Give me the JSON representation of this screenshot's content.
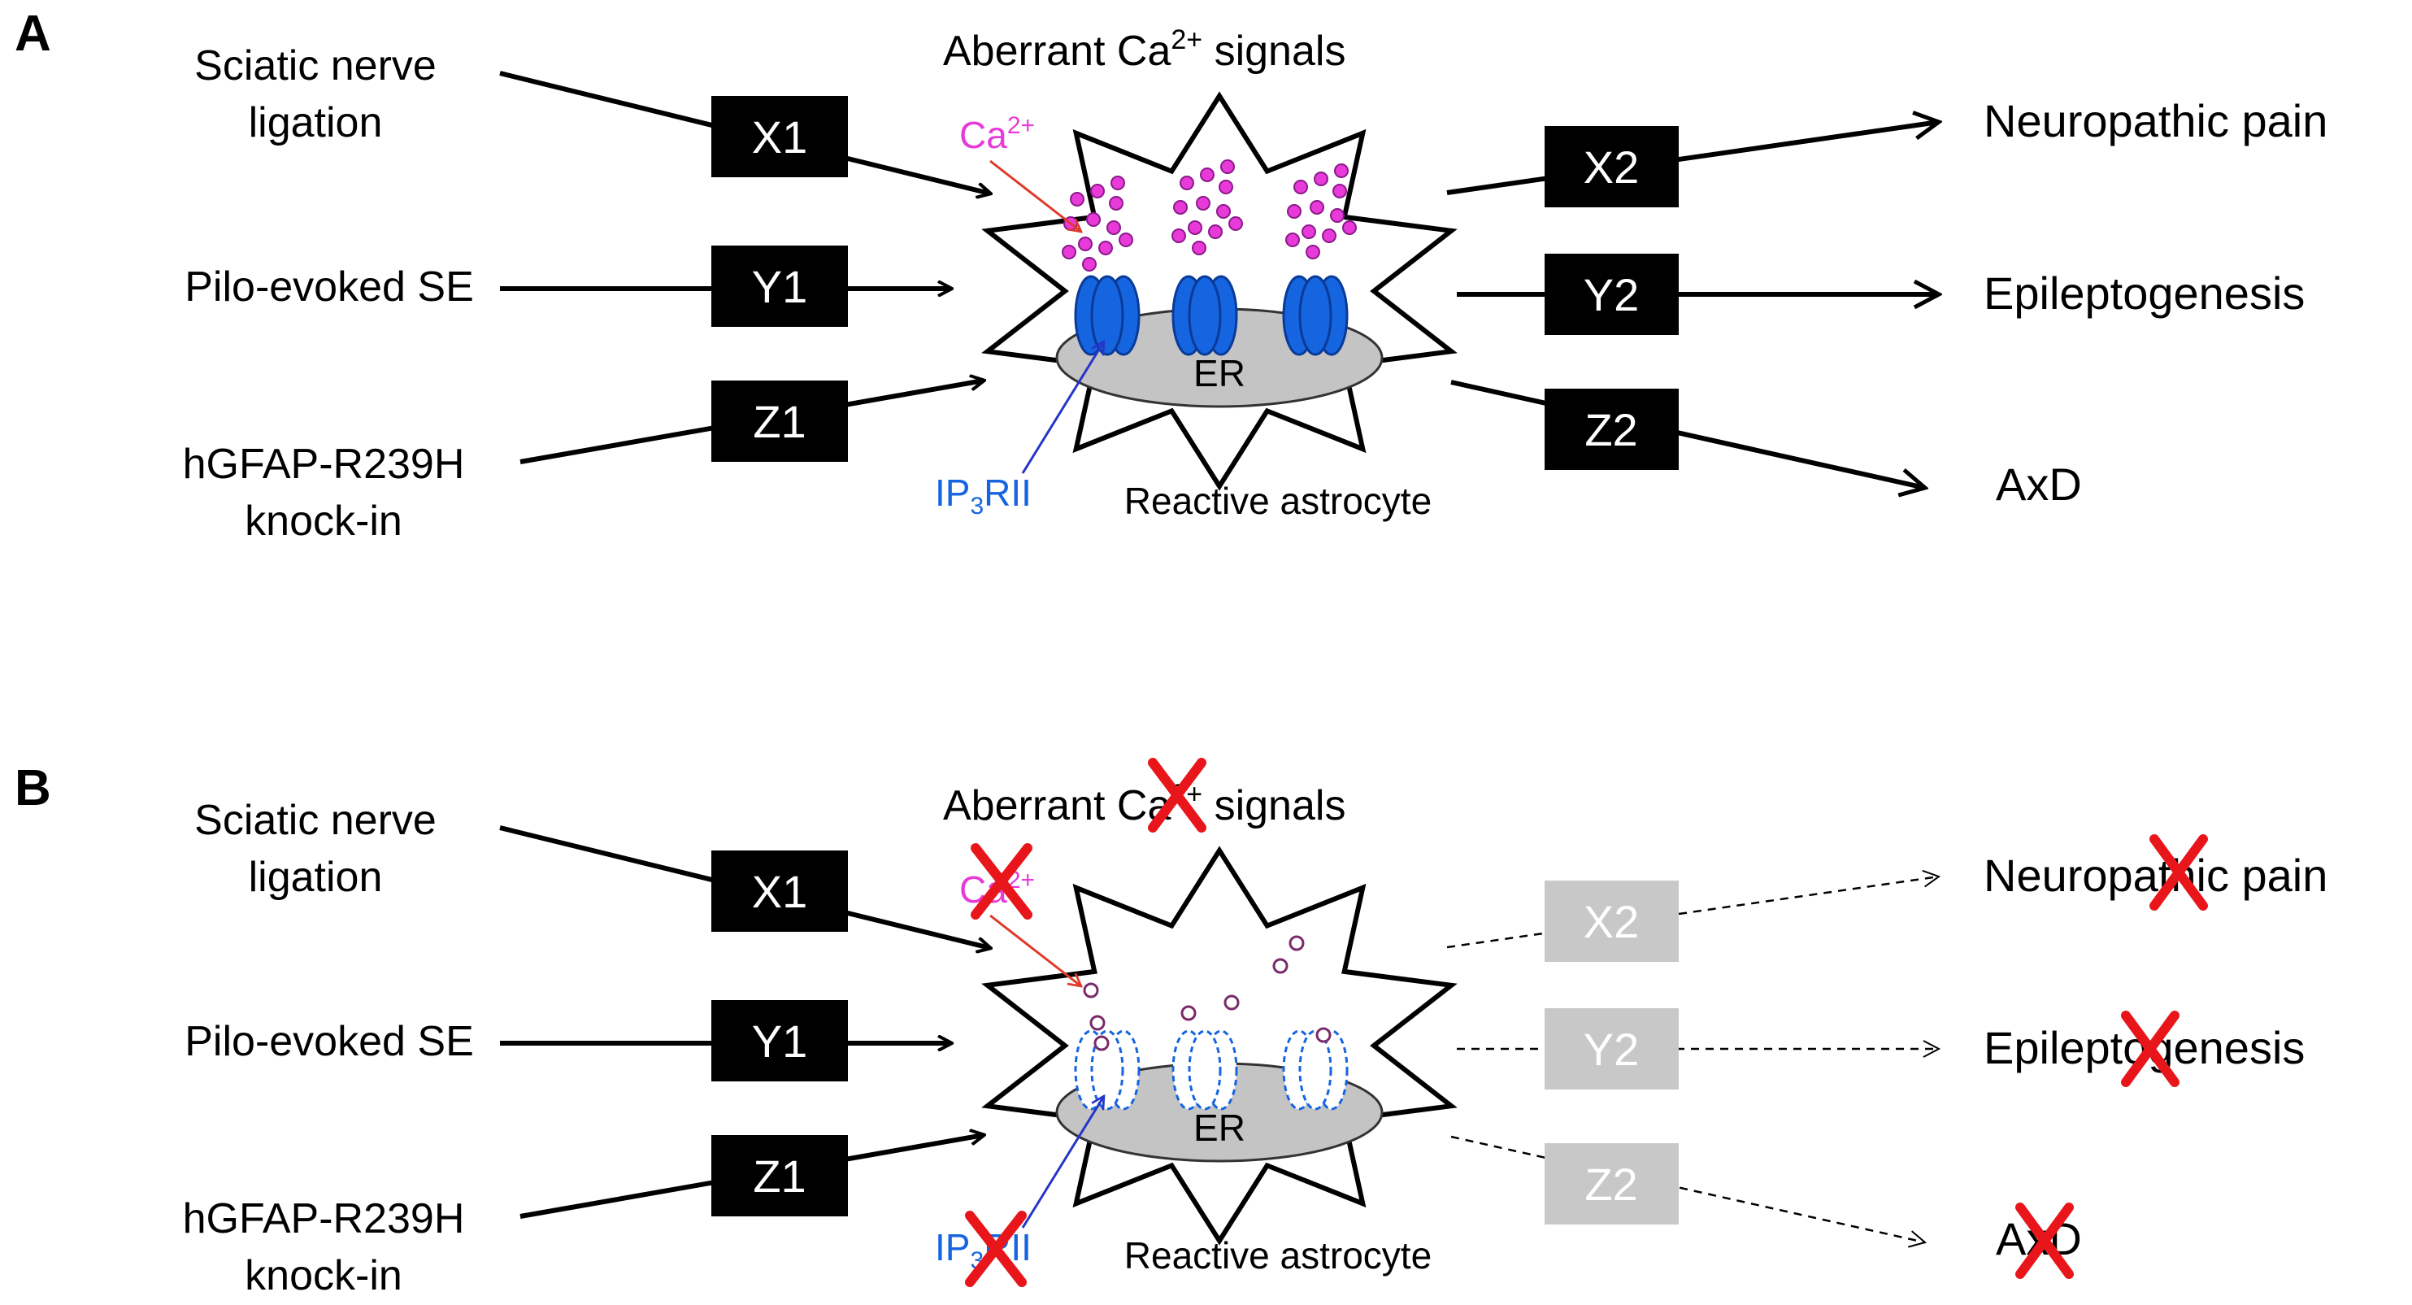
{
  "panel_a": {
    "label": "A",
    "title_main": "Aberrant Ca",
    "title_sup": "2+",
    "title_tail": " signals",
    "inputs": [
      {
        "lines": [
          "Sciatic nerve",
          "ligation"
        ],
        "box": "X1"
      },
      {
        "lines": [
          "Pilo-evoked SE"
        ],
        "box": "Y1"
      },
      {
        "lines": [
          "hGFAP-R239H",
          "knock-in"
        ],
        "box": "Z1"
      }
    ],
    "outputs": [
      {
        "box": "X2",
        "label": "Neuropathic pain"
      },
      {
        "box": "Y2",
        "label": "Epileptogenesis"
      },
      {
        "box": "Z2",
        "label": "AxD"
      }
    ],
    "ca_label": "Ca",
    "ca_sup": "2+",
    "er_label": "ER",
    "ip3_pre": "IP",
    "ip3_sub": "3",
    "ip3_post": "RII",
    "astrocyte_label": "Reactive astrocyte"
  },
  "panel_b": {
    "label": "B",
    "title_main": "Aberrant Ca",
    "title_sup": "2+",
    "title_tail": " signals",
    "inputs": [
      {
        "lines": [
          "Sciatic nerve",
          "ligation"
        ],
        "box": "X1"
      },
      {
        "lines": [
          "Pilo-evoked SE"
        ],
        "box": "Y1"
      },
      {
        "lines": [
          "hGFAP-R239H",
          "knock-in"
        ],
        "box": "Z1"
      }
    ],
    "outputs": [
      {
        "box": "X2",
        "label": "Neuropathic pain"
      },
      {
        "box": "Y2",
        "label": "Epileptogenesis"
      },
      {
        "box": "Z2",
        "label": "AxD"
      }
    ],
    "ca_label": "Ca",
    "ca_sup": "2+",
    "er_label": "ER",
    "ip3_pre": "IP",
    "ip3_sub": "3",
    "ip3_post": "RII",
    "astrocyte_label": "Reactive astrocyte"
  },
  "colors": {
    "black_box": "#000000",
    "grey_box": "#c8c8c8",
    "calcium": "#e83ad8",
    "receptor": "#1565e0",
    "er": "#c4c4c4",
    "cross": "#e8161b",
    "red_arrow": "#e03a2a",
    "blue_arrow": "#2535c8"
  }
}
